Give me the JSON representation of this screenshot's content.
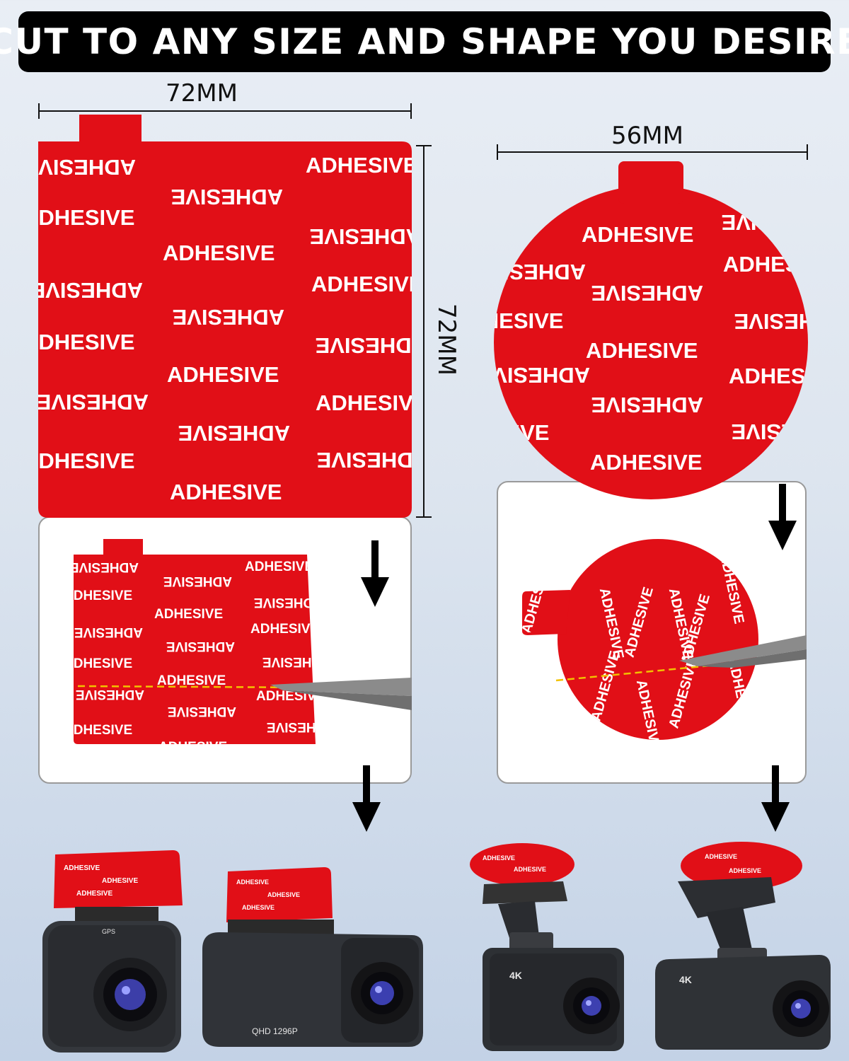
{
  "banner": {
    "text": "CUT TO ANY SIZE AND SHAPE YOU DESIRE"
  },
  "dimensions": {
    "square_width": "72MM",
    "square_height": "72MM",
    "round_diameter": "56MM"
  },
  "sticker": {
    "word": "ADHESIVE"
  },
  "cameras": [
    {
      "label": "GPS"
    },
    {
      "label": "QHD 1296P"
    },
    {
      "label": "4K"
    },
    {
      "label": "4K"
    }
  ],
  "colors": {
    "adhesive_red": "#e10f17",
    "banner_bg": "#000000",
    "cut_line": "#f2c200"
  }
}
